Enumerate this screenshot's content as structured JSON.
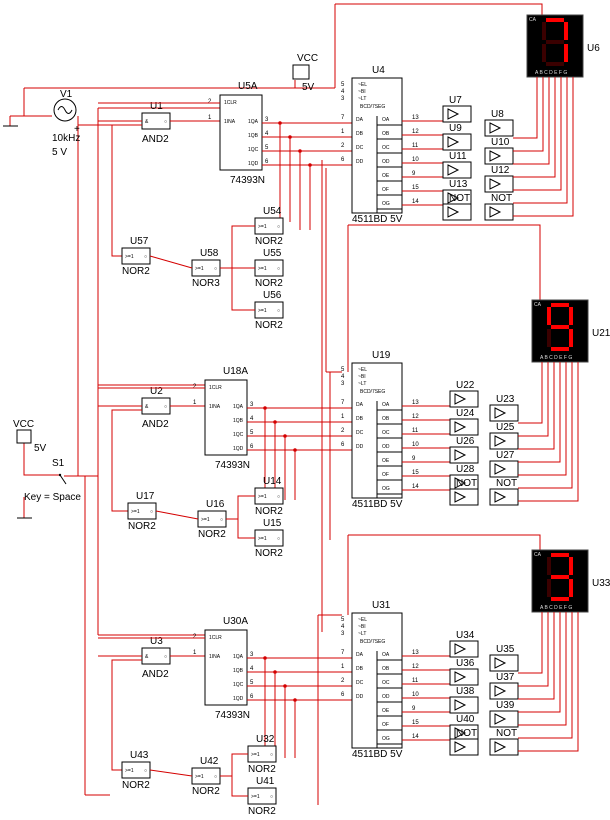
{
  "source": {
    "name": "V1",
    "freq": "10kHz",
    "amp": "5 V"
  },
  "vcc": {
    "top": "VCC",
    "top_val": "5V",
    "left": "VCC",
    "left_val": "5V"
  },
  "switch": {
    "name": "S1",
    "key": "Key = Space"
  },
  "stages": [
    {
      "and": "U1",
      "and_type": "AND2",
      "counter": "U5A",
      "counter_type": "74393N",
      "dec": "U4",
      "dec_type": "4511BD_5V",
      "disp": "U6",
      "digit": "7",
      "nor_a": "U57",
      "nor_a_type": "NOR2",
      "nor_b": "U58",
      "nor_b_type": "NOR3",
      "nor_c": "U54",
      "nor_d": "U55",
      "nor_e": "U56",
      "nor_type": "NOR2",
      "not_col1": [
        "U7",
        "U9",
        "U11",
        "U13",
        "NOT"
      ],
      "not_col2": [
        "U8",
        "U10",
        "U12",
        "NOT"
      ]
    },
    {
      "and": "U2",
      "and_type": "AND2",
      "counter": "U18A",
      "counter_type": "74393N",
      "dec": "U19",
      "dec_type": "4511BD_5V",
      "disp": "U21",
      "digit": "9",
      "nor_a": "U17",
      "nor_a_type": "NOR2",
      "nor_b": "U16",
      "nor_b_type": "NOR2",
      "nor_c": "U14",
      "nor_d": "U15",
      "nor_type": "NOR2",
      "not_col1": [
        "U22",
        "U24",
        "U26",
        "U28",
        "NOT"
      ],
      "not_col2": [
        "U23",
        "U25",
        "U27",
        "NOT"
      ]
    },
    {
      "and": "U3",
      "and_type": "AND2",
      "counter": "U30A",
      "counter_type": "74393N",
      "dec": "U31",
      "dec_type": "4511BD_5V",
      "disp": "U33",
      "digit": "3",
      "nor_a": "U43",
      "nor_a_type": "NOR2",
      "nor_b": "U42",
      "nor_b_type": "NOR2",
      "nor_c": "U32",
      "nor_d": "U41",
      "nor_type": "NOR2",
      "not_col1": [
        "U34",
        "U36",
        "U38",
        "U40",
        "NOT"
      ],
      "not_col2": [
        "U35",
        "U37",
        "U39",
        "NOT"
      ]
    }
  ],
  "counter_pins": {
    "clr": "1CLR",
    "in": "1INA",
    "outs": [
      "1QA",
      "1QB",
      "1QC",
      "1QD"
    ],
    "nums": [
      "3",
      "4",
      "5",
      "6"
    ],
    "clr_num": "2",
    "in_num": "1"
  },
  "decoder_pins": {
    "ctl": [
      "EL",
      "BI",
      "LT"
    ],
    "ctl_nums": [
      "5",
      "4",
      "3"
    ],
    "ins": [
      "DA",
      "DB",
      "DC",
      "DD"
    ],
    "in_nums": [
      "7",
      "1",
      "2",
      "6"
    ],
    "outs": [
      "OA",
      "OB",
      "OC",
      "OD",
      "OE",
      "OF",
      "OG"
    ],
    "out_nums": [
      "13",
      "12",
      "11",
      "10",
      "9",
      "15",
      "14"
    ],
    "title": "BCD/7SEG"
  },
  "display_pins": "A B C D E F G",
  "display_ca": "CA",
  "colors": {
    "wire": "#d40000",
    "segment": "#ff0000",
    "display_bg": "#000000"
  }
}
